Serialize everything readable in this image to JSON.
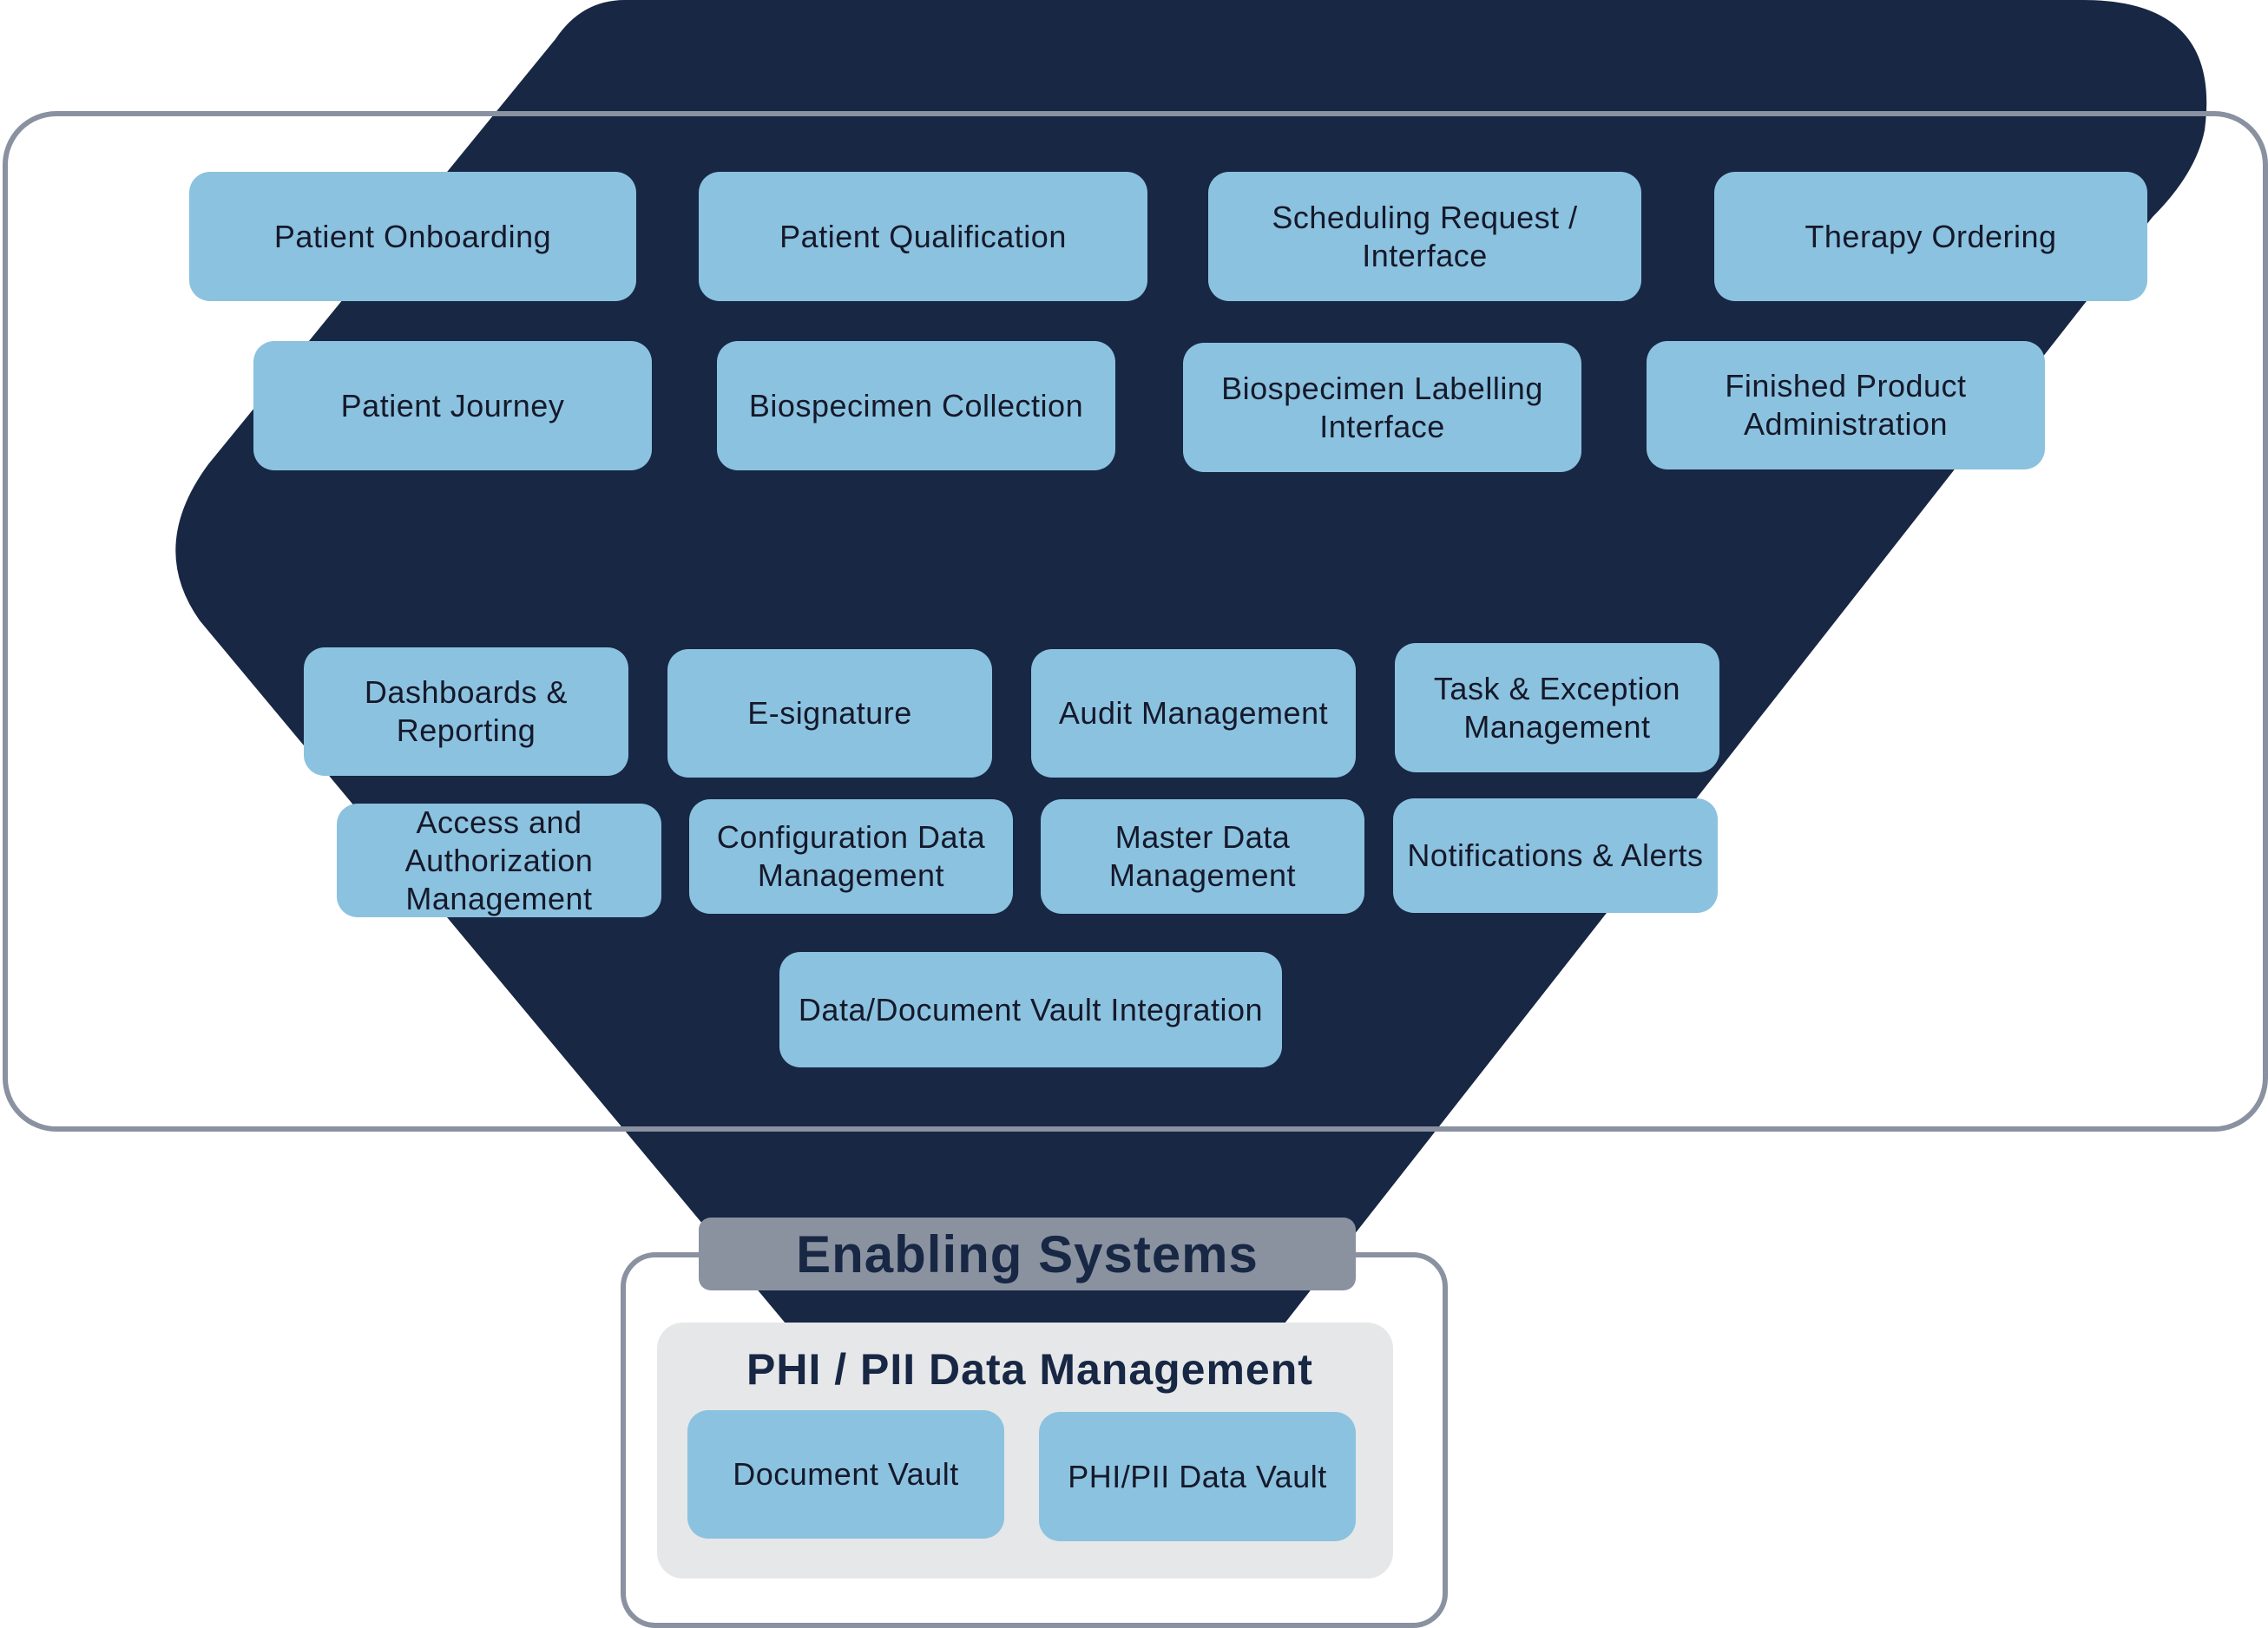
{
  "colors": {
    "funnel": "#172744",
    "box": "#8bc2df",
    "frame": "#8a91a0",
    "label_bg": "#8a92a0",
    "panel_bg": "#e6e7e8",
    "title_text": "#172744"
  },
  "process_row1": [
    {
      "label": "Patient Onboarding"
    },
    {
      "label": "Patient Qualification"
    },
    {
      "label": "Scheduling Request / Interface"
    },
    {
      "label": "Therapy Ordering"
    }
  ],
  "process_row2": [
    {
      "label": "Patient Journey"
    },
    {
      "label": "Biospecimen Collection"
    },
    {
      "label": "Biospecimen Labelling Interface"
    },
    {
      "label": "Finished Product Administration"
    }
  ],
  "capability_row1": [
    {
      "label": "Dashboards & Reporting"
    },
    {
      "label": "E-signature"
    },
    {
      "label": "Audit Management"
    },
    {
      "label": "Task & Exception Management"
    }
  ],
  "capability_row2": [
    {
      "label": "Access and Authorization Management"
    },
    {
      "label": "Configuration Data Management"
    },
    {
      "label": "Master Data Management"
    },
    {
      "label": "Notifications & Alerts"
    }
  ],
  "integration": {
    "label": "Data/Document Vault Integration"
  },
  "enabling": {
    "title": "Enabling Systems",
    "panel_title": "PHI / PII Data Management",
    "items": [
      {
        "label": "Document Vault"
      },
      {
        "label": "PHI/PII Data Vault"
      }
    ]
  }
}
